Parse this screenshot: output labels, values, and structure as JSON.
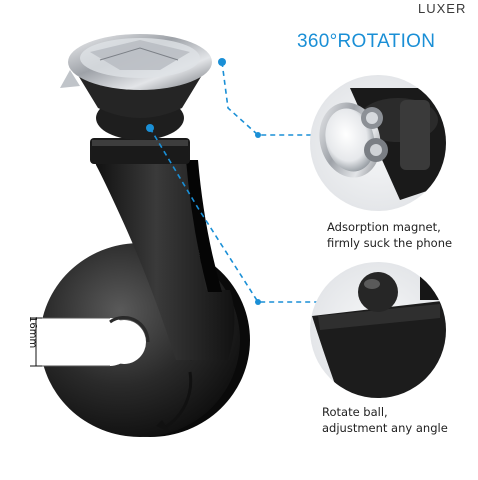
{
  "brand": {
    "logo_text": "LUXER"
  },
  "headline": "360°ROTATION",
  "callouts": [
    {
      "line1": "Adsorption magnet,",
      "line2": "firmly suck the phone"
    },
    {
      "line1": "Rotate ball,",
      "line2": "adjustment any angle"
    }
  ],
  "measurement": "16mm",
  "colors": {
    "accent_blue": "#1a8fd6",
    "body_black": "#1c1c1c",
    "chrome": "#c9ccd0"
  }
}
